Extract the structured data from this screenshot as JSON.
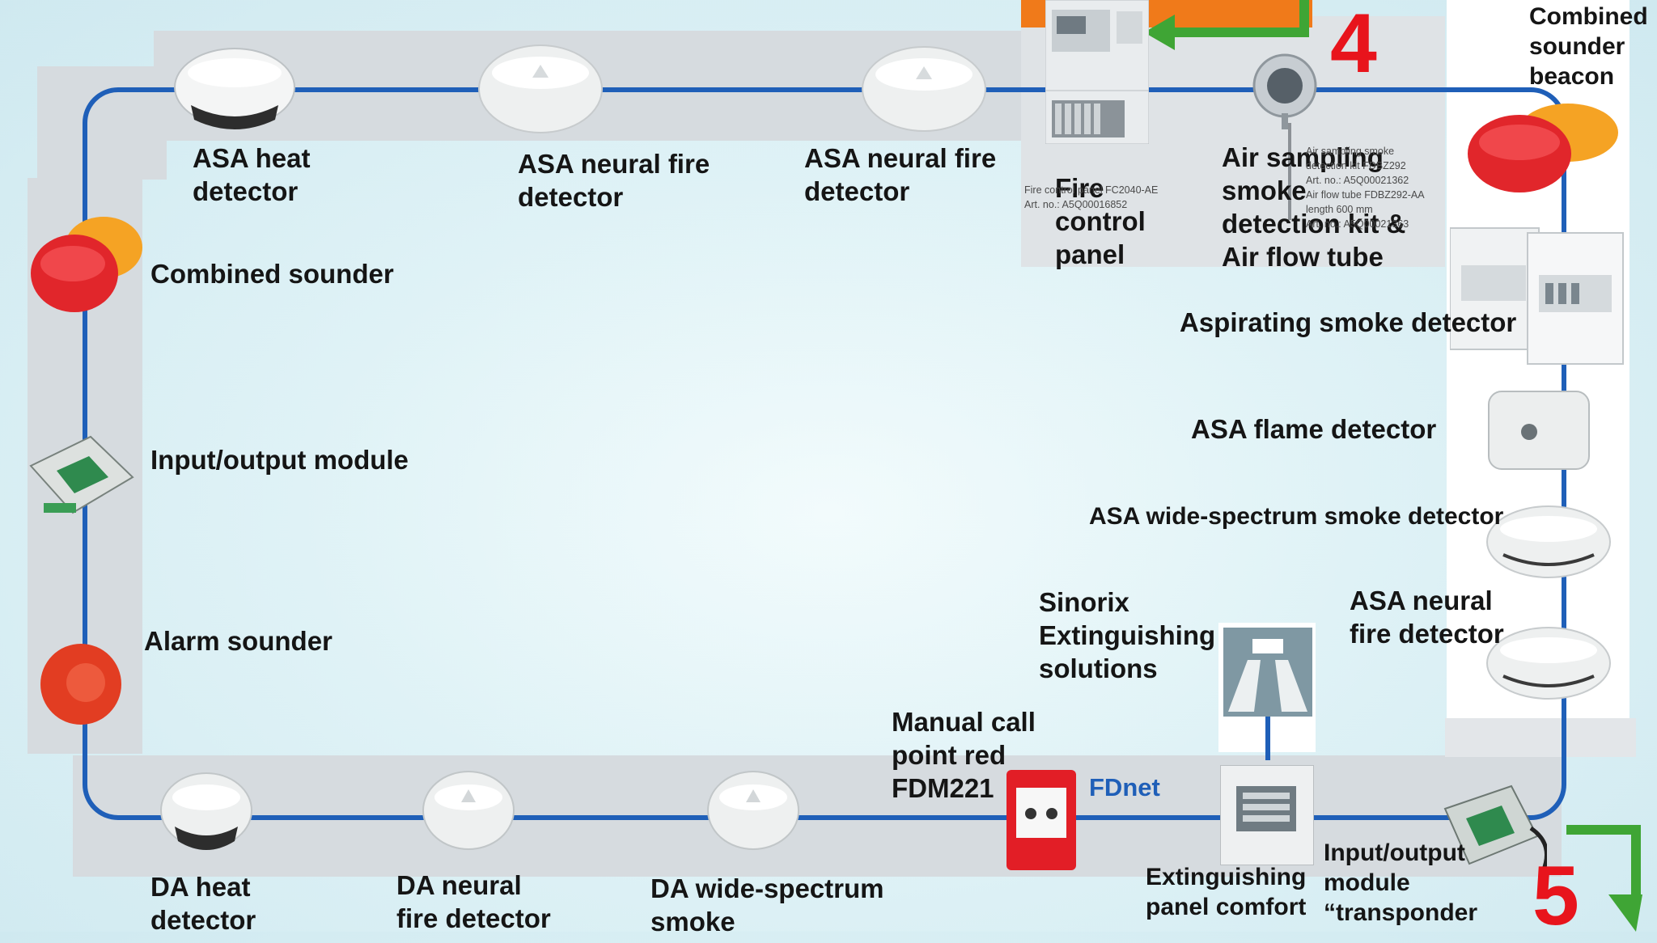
{
  "markers": {
    "step_4": "4",
    "step_5": "5"
  },
  "network_label": "FDnet",
  "devices": {
    "asa_heat_top": "ASA heat\ndetector",
    "asa_neural_top_1": "ASA neural fire\ndetector",
    "asa_neural_top_2": "ASA neural fire\ndetector",
    "fire_control_panel": "Fire\ncontrol\npanel",
    "air_sampling": "Air sampling\nsmoke\ndetection kit &\nAir flow tube",
    "combined_sounder_beacon": "Combined\nsounder\nbeacon",
    "combined_sounder": "Combined sounder",
    "io_module_left": "Input/output module",
    "alarm_sounder": "Alarm sounder",
    "aspirating": "Aspirating smoke detector",
    "asa_flame": "ASA flame detector",
    "asa_wide_spectrum": "ASA wide-spectrum smoke detector",
    "sinorix": "Sinorix\nExtinguishing\nsolutions",
    "asa_neural_right": "ASA neural\nfire detector",
    "manual_call_point": "Manual call\npoint red\nFDM221",
    "da_heat": "DA heat\ndetector",
    "da_neural": "DA neural\nfire detector",
    "da_wide_spectrum": "DA wide-spectrum\nsmoke",
    "extinguishing_panel": "Extinguishing\npanel comfort",
    "io_transponder": "Input/output\nmodule\n“transponder"
  },
  "product_notes": {
    "panel_note": "Fire control panel FC2040-AE\nArt. no.: A5Q00016852",
    "aspirating_note": "Air sampling smoke\ndetection kit FDBZ292\nArt. no.: A5Q00021362\nAir flow tube FDBZ292-AA\nlength 600 mm\nArt. no.: A5Q00021363"
  },
  "colors": {
    "loop_line": "#1f5fb8",
    "band_gray": "#d6dbdf",
    "marker_red": "#e8141c",
    "arrow_orange": "#f07a1a",
    "arrow_green": "#3fa535"
  }
}
